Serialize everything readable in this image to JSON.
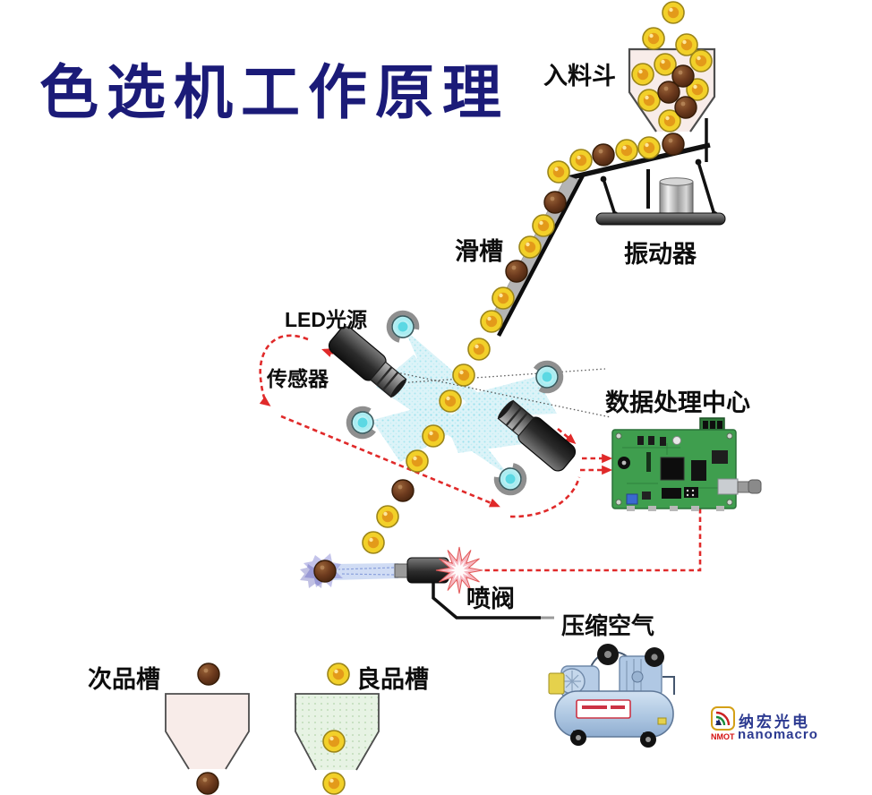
{
  "title": "色选机工作原理",
  "labels": {
    "feed_hopper": "入料斗",
    "vibrator": "振动器",
    "chute": "滑槽",
    "led_source": "LED光源",
    "sensor": "传感器",
    "data_center": "数据处理中心",
    "spray_valve": "喷阀",
    "compressed_air": "压缩空气",
    "reject_bin": "次品槽",
    "good_bin": "良品槽"
  },
  "logo": {
    "cn": "纳宏光电",
    "abbr": "NMOT",
    "en": "nanomacro"
  },
  "colors": {
    "title_color": "#1b1b78",
    "label_color": "#0d0d0d",
    "signal_red": "#e02a2a",
    "good_ball": "#f2d029",
    "reject_ball": "#6e3b1e",
    "led_cyan": "#8ae8ee",
    "beam_cyan": "#d6f1f7",
    "pcb_green": "#3f9e4e",
    "hopper_pink": "#f8ece9",
    "bin_green": "#e7f3e4",
    "chute_gray": "#b4b4b4",
    "compressor_blue": "#b9cfe8",
    "logo_blue": "#2b3990",
    "logo_red": "#d41111"
  }
}
